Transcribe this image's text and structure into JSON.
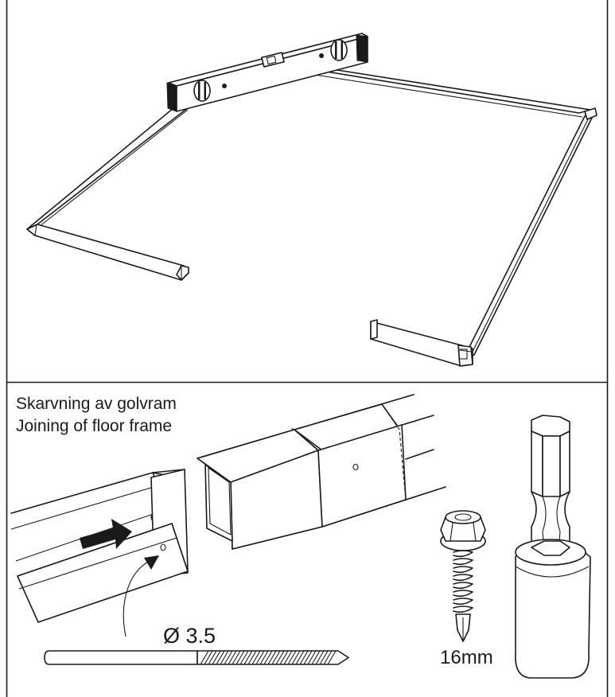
{
  "colors": {
    "line": "#1a1a1a",
    "background": "#ffffff"
  },
  "panels": [
    {
      "name": "floor-frame-leveling",
      "labels": []
    },
    {
      "name": "floor-frame-joining",
      "labels": {
        "title_sv": "Skarvning av golvram",
        "title_en": "Joining of floor frame"
      }
    }
  ],
  "drill": {
    "diameter_label": "Ø 3.5",
    "icon": "drill-bit-icon"
  },
  "screw": {
    "length_label": "16mm",
    "icon": "self-drilling-screw-icon"
  },
  "bit": {
    "icon": "hex-socket-bit-icon"
  }
}
